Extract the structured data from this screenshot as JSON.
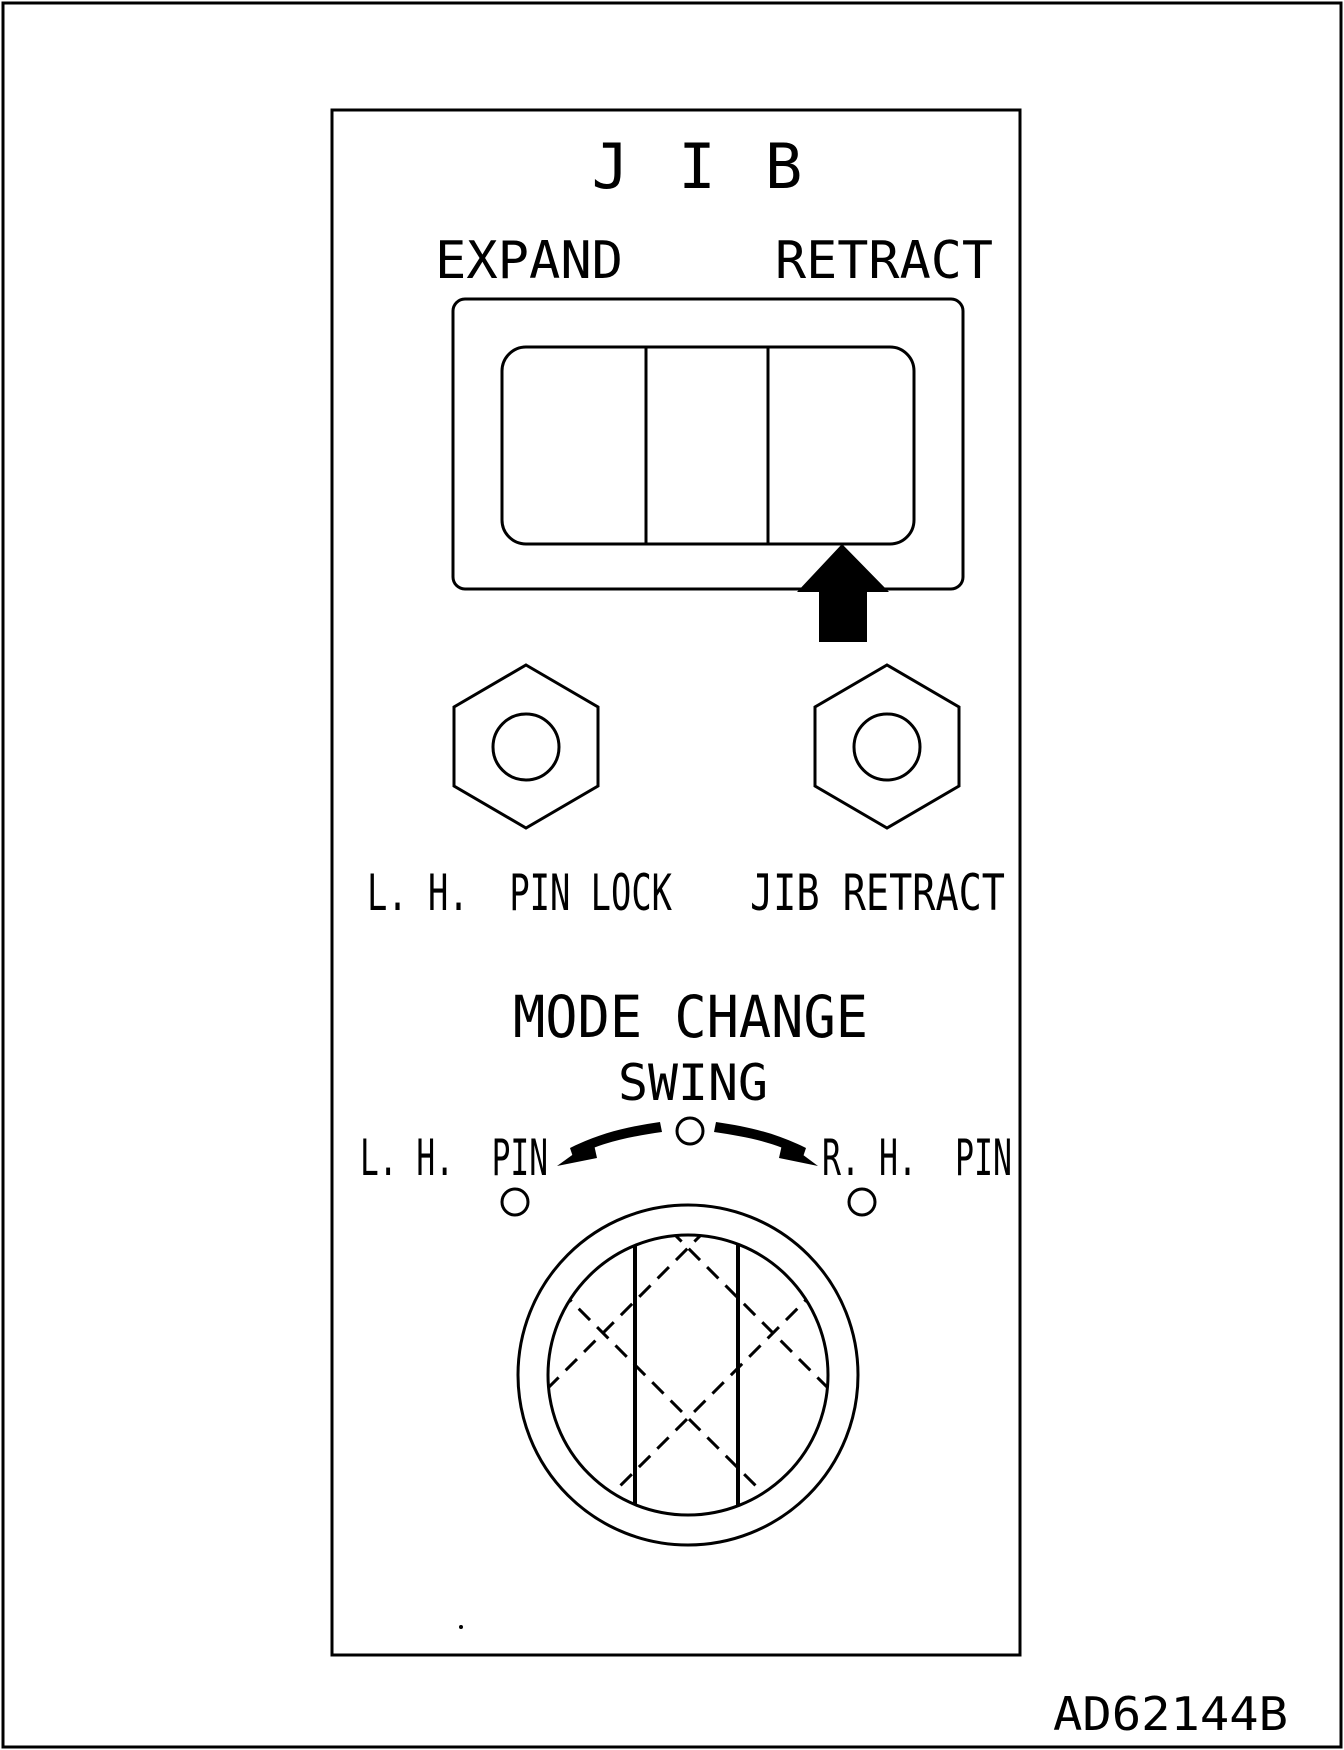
{
  "panel": {
    "title": "J I B",
    "switch": {
      "left_label": "EXPAND",
      "right_label": "RETRACT"
    },
    "indicators": {
      "left_label": "L. H.  PIN LOCK",
      "right_label": "JIB RETRACT"
    },
    "mode_change": {
      "title": "MODE CHANGE",
      "center_label": "SWING",
      "left_label": "L. H.  PIN",
      "right_label": "R. H.  PIN"
    }
  },
  "figure_id": "AD62144B",
  "colors": {
    "line": "#000000",
    "background": "#ffffff"
  }
}
